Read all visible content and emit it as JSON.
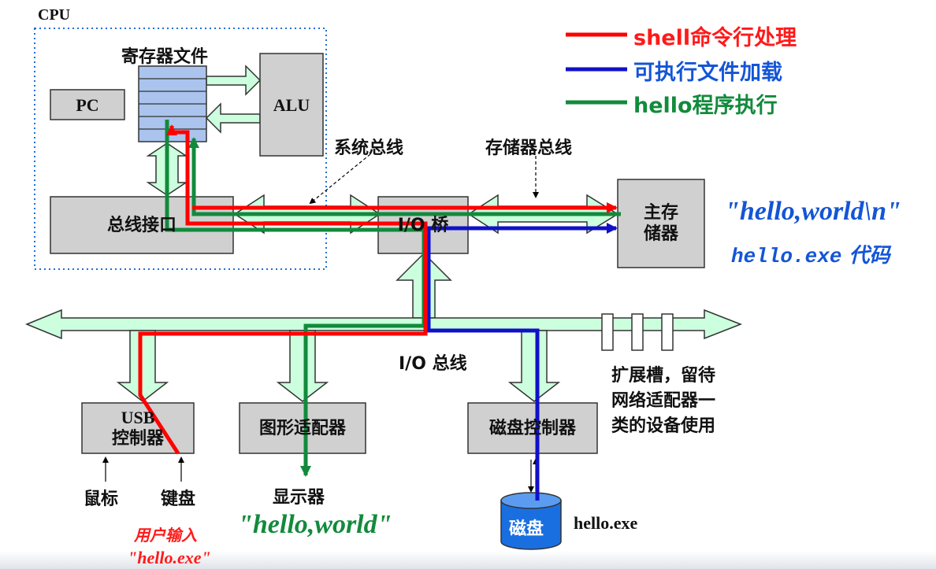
{
  "cpu_label": "CPU",
  "register_file_label": "寄存器文件",
  "pc_label": "PC",
  "alu_label": "ALU",
  "bus_interface_label": "总线接口",
  "io_bridge_label": "I/O 桥",
  "main_memory_label": [
    "主存",
    "储器"
  ],
  "system_bus_label": "系统总线",
  "memory_bus_label": "存储器总线",
  "io_bus_label": "I/O 总线",
  "usb_controller_label": [
    "USB",
    "控制器"
  ],
  "graphics_adapter_label": "图形适配器",
  "disk_controller_label": "磁盘控制器",
  "expansion_slots_label": [
    "扩展槽，留待",
    "网络适配器一",
    "类的设备使用"
  ],
  "mouse_label": "鼠标",
  "keyboard_label": "键盘",
  "display_label": "显示器",
  "disk_label": "磁盘",
  "disk_file_label": "hello.exe",
  "user_input_label": "用户输入",
  "user_input_value": "\"hello.exe\"",
  "display_output": "\"hello,world\"",
  "memory_string": "\"hello,world\\n\"",
  "memory_code_prefix": "hello.exe",
  "memory_code_suffix": " 代码",
  "legend": {
    "red": "shell命令行处理",
    "blue": "可执行文件加载",
    "green": "hello程序执行"
  },
  "colors": {
    "bus_fill": "#ccffdd",
    "box_fill": "#d0d0d0",
    "register_fill": "#aac4ee",
    "red": "#ff0000",
    "blue": "#1010c8",
    "green": "#128a3c",
    "disk_fill": "#1a6fe0"
  }
}
